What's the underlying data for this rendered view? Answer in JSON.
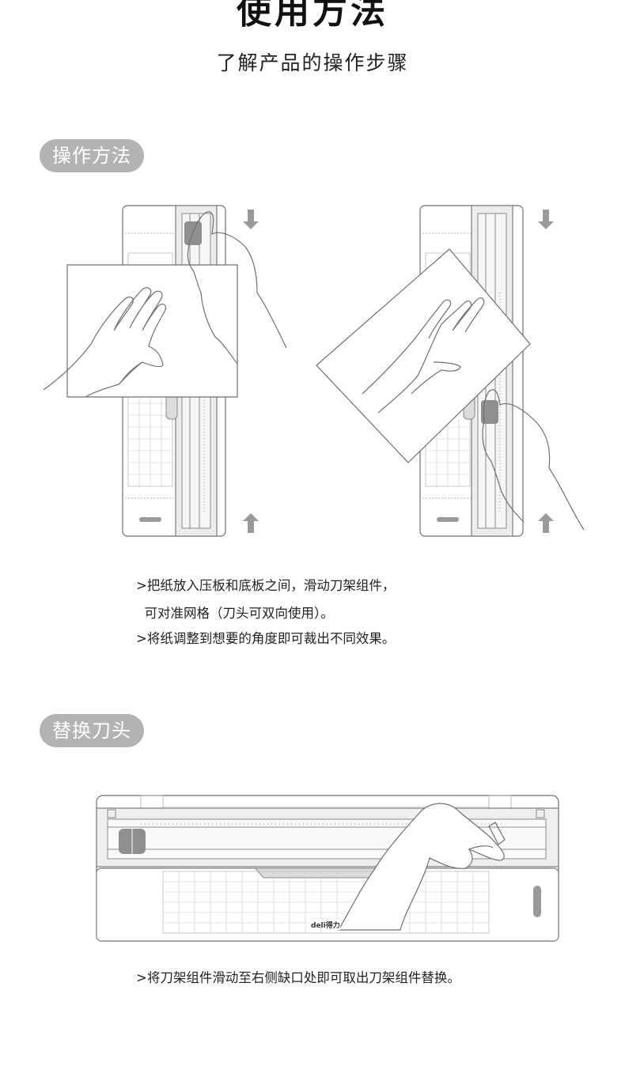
{
  "header": {
    "title": "使用方法",
    "subtitle": "了解产品的操作步骤"
  },
  "section1": {
    "badge": "操作方法",
    "instructions": [
      ">把纸放入压板和底板之间，滑动刀架组件，",
      "  可对准网格（刀头可双向使用）。",
      ">将纸调整到想要的角度即可裁出不同效果。"
    ]
  },
  "section2": {
    "badge": "替换刀头",
    "brand_mark": "deli得力",
    "instructions": [
      ">将刀架组件滑动至右侧缺口处即可取出刀架组件替换。"
    ]
  },
  "icons": {
    "down_arrow": "down-arrow-icon",
    "up_arrow": "up-arrow-icon"
  },
  "colors": {
    "badge_bg": "#b3b3b3",
    "line_art": "#6f6f6f",
    "arrow": "#9a9a9a"
  }
}
